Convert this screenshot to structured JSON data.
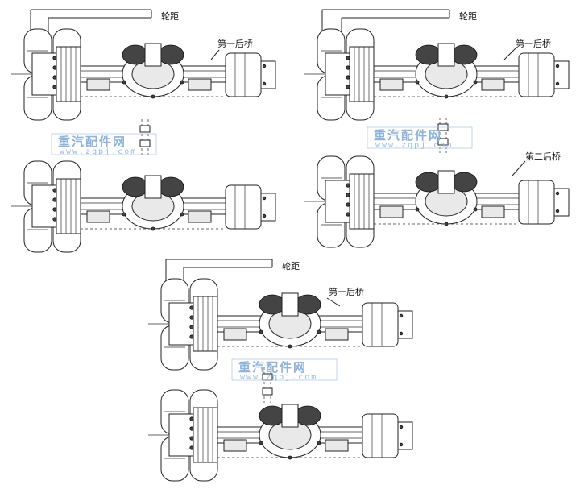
{
  "labels": {
    "wheelbase": "轮距",
    "first_rear_axle": "第一后桥",
    "second_rear_axle": "第二后桥"
  },
  "watermark": {
    "cn": "重汽配件网",
    "url": "www.zqpj.com"
  },
  "colors": {
    "line": "#222222",
    "watermark": "#8fb3d9"
  }
}
